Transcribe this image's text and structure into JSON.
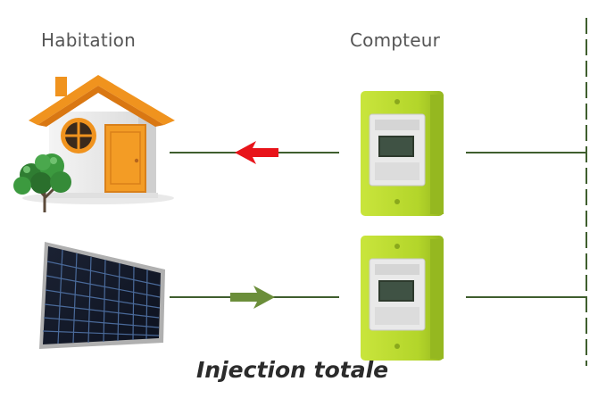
{
  "labels": {
    "habitation": "Habitation",
    "compteur": "Compteur"
  },
  "caption": "Injection totale",
  "colors": {
    "line": "#3f5e2e",
    "import_arrow": "#e8141a",
    "export_arrow": "#6b8e3a",
    "meter_body": "#b7d82e",
    "house_roof": "#f0931e",
    "house_door": "#f39c25"
  },
  "icons": [
    "house-icon",
    "tree-icon",
    "solar-panel-icon",
    "electric-meter-icon"
  ]
}
